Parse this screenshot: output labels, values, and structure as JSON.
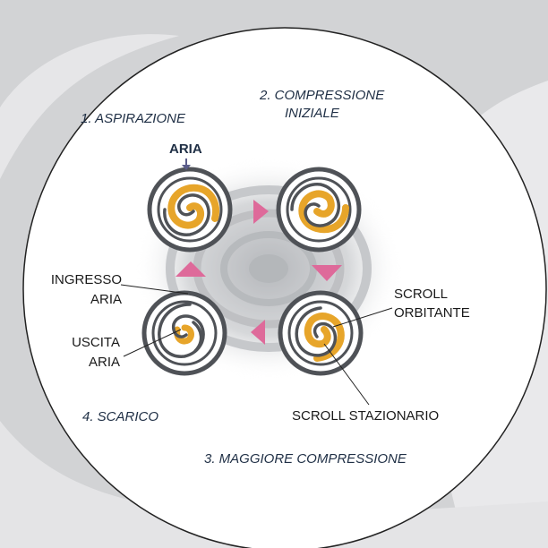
{
  "stages": {
    "step1": "1. ASPIRAZIONE",
    "step2_line1": "2. COMPRESSIONE",
    "step2_line2": "INIZIALE",
    "step3": "3. MAGGIORE COMPRESSIONE",
    "step4": "4. SCARICO"
  },
  "labels": {
    "air": "ARIA",
    "air_inlet_line1": "INGRESSO",
    "air_inlet_line2": "ARIA",
    "air_outlet_line1": "USCITA",
    "air_outlet_line2": "ARIA",
    "orbiting_scroll_line1": "SCROLL",
    "orbiting_scroll_line2": "ORBITANTE",
    "fixed_scroll": "SCROLL STAZIONARIO"
  },
  "colors": {
    "background": "#d2d3d5",
    "circle_fill": "#ffffff",
    "arrow_pink": "#de6a9a",
    "scroll_orange": "#e7a52a",
    "scroll_gray": "#4f5257",
    "text_stage": "#1f2f45"
  }
}
